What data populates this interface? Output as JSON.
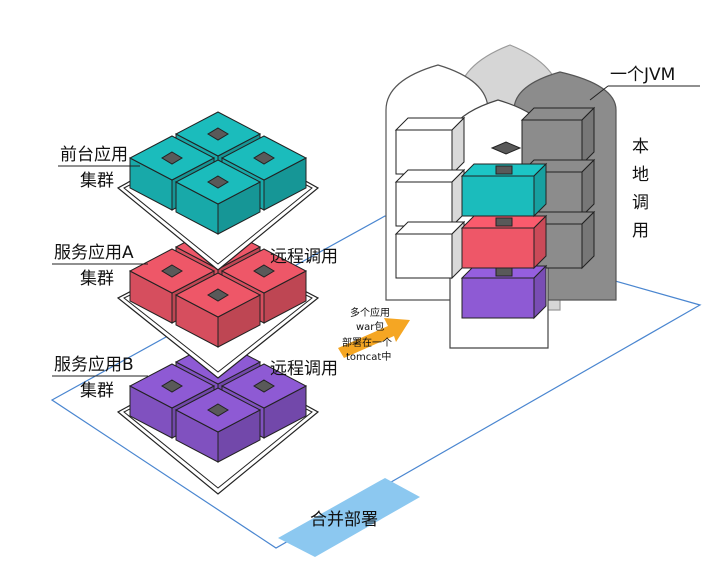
{
  "labels": {
    "frontend_cluster_line1": "前台应用",
    "frontend_cluster_line2": "集群",
    "service_a_line1": "服务应用A",
    "service_a_line2": "集群",
    "service_b_line1": "服务应用B",
    "service_b_line2": "集群",
    "remote_call_1": "远程调用",
    "remote_call_2": "远程调用",
    "one_jvm": "一个JVM",
    "local_call": [
      "本",
      "地",
      "调",
      "用"
    ],
    "arrow_note": [
      "多个应用",
      "war包",
      "部署在一个",
      "tomcat中"
    ],
    "merge_deploy": "合并部署"
  },
  "colors": {
    "teal": "#1bbcbc",
    "red": "#ee5768",
    "purple": "#8e5ad4",
    "chip": "#595959",
    "arrow": "#f5a623",
    "band": "#8cc8f0",
    "outline_blue": "#4a86d0",
    "jvm_dark": "#8c8c8c",
    "jvm_mid": "#d6d6d6"
  }
}
